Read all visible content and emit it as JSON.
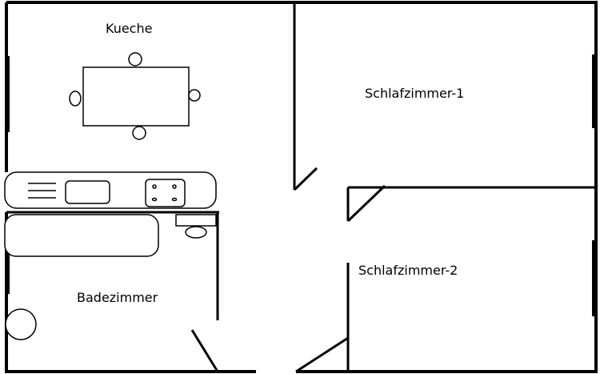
{
  "floorplan": {
    "rooms": {
      "kitchen": "Kueche",
      "bedroom1": "Schlafzimmer-1",
      "bedroom2": "Schlafzimmer-2",
      "bathroom": "Badezimmer"
    },
    "colors": {
      "background": "#ffffff",
      "line": "#000000"
    },
    "fixtures": [
      "dining-table",
      "chair",
      "kitchen-counter",
      "dish-rack",
      "sink",
      "stove",
      "bathtub",
      "washbasin",
      "round-shower",
      "door-swing"
    ]
  }
}
